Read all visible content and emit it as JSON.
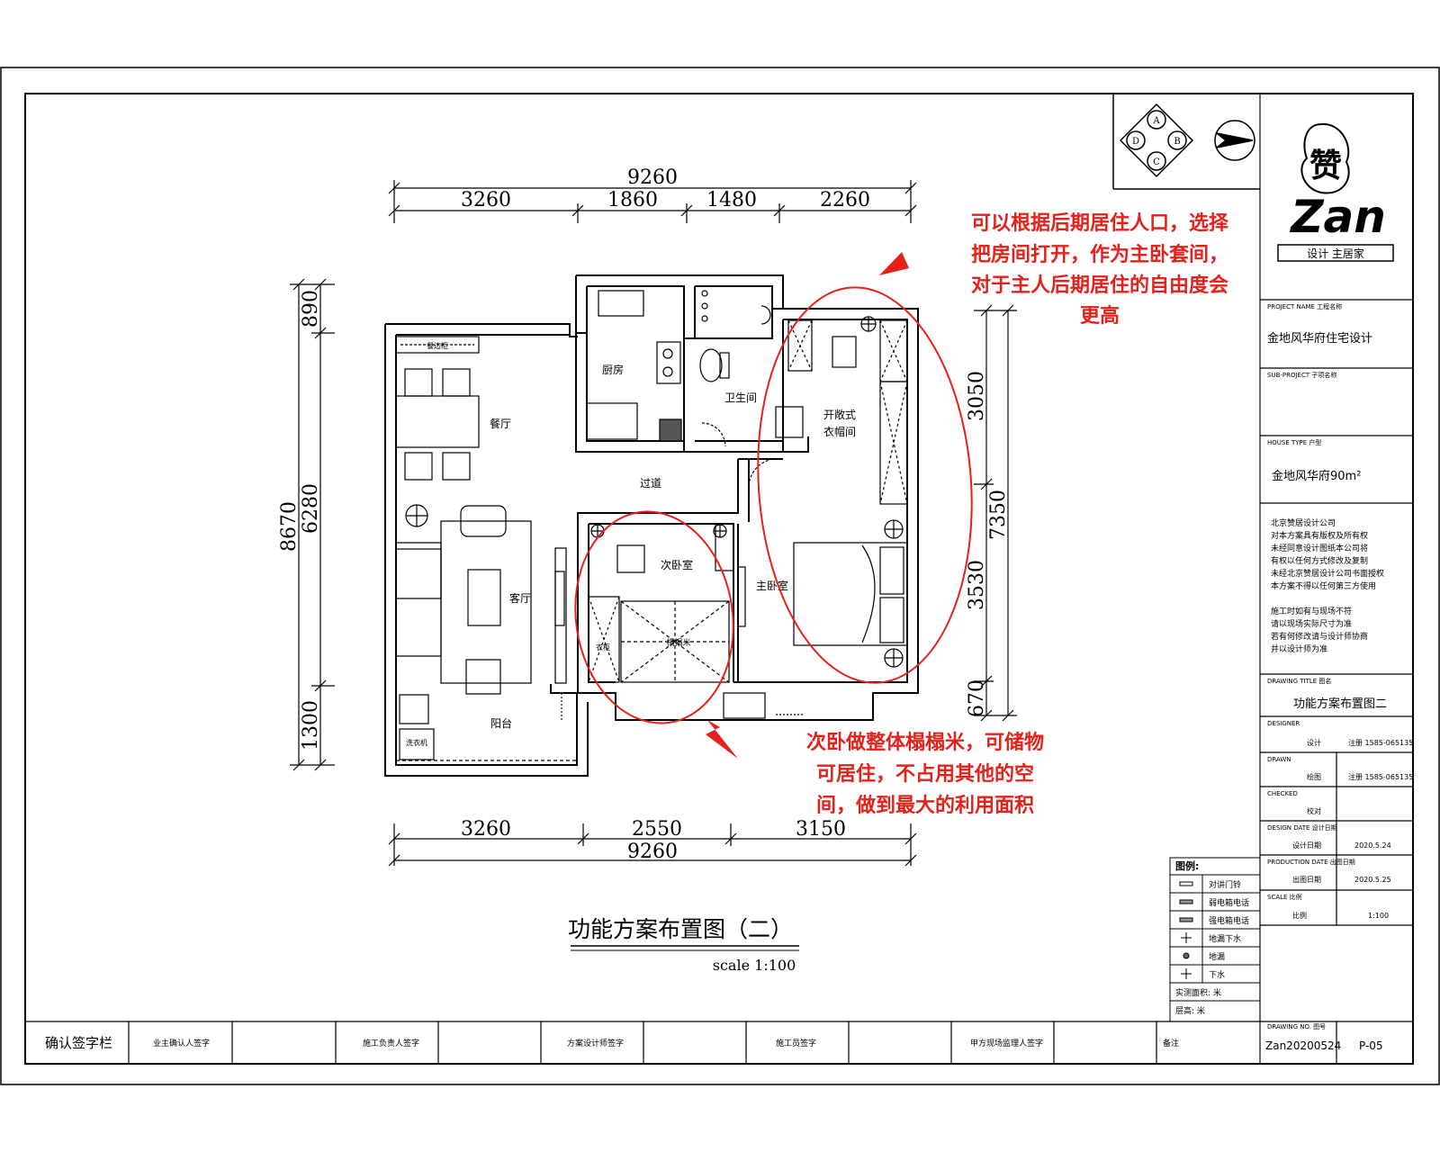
{
  "drawing": {
    "title": "功能方案布置图（二）",
    "scale": "scale 1:100"
  },
  "dimensions": {
    "top_total": "9260",
    "top_segments": [
      "3260",
      "1860",
      "1480",
      "2260"
    ],
    "bottom_segments": [
      "3260",
      "2550",
      "3150"
    ],
    "bottom_total": "9260",
    "left_total": "8670",
    "left_segments": [
      "890",
      "6280",
      "1300"
    ],
    "right_total": "7350",
    "right_segments": [
      "3050",
      "3530",
      "670"
    ]
  },
  "rooms": {
    "kitchen": "厨房",
    "bathroom": "卫生间",
    "dining": "餐厅",
    "corridor": "过道",
    "living": "客厅",
    "balcony": "阳台",
    "second_bedroom": "次卧室",
    "master_bedroom": "主卧室",
    "walk_in_closet_line1": "开敞式",
    "walk_in_closet_line2": "衣帽间",
    "tatami": "榻榻米",
    "wardrobe": "衣柜",
    "washer": "洗衣机",
    "cabinet": "餐边柜"
  },
  "annotations": {
    "top_note": [
      "可以根据后期居住人口，选择",
      "把房间打开，作为主卧套间，",
      "对于主人后期居住的自由度会",
      "更高"
    ],
    "bottom_note": [
      "次卧做整体榻榻米，可储物",
      "可居住，不占用其他的空",
      "间，做到最大的利用面积"
    ]
  },
  "compass": {
    "labels": [
      "A",
      "B",
      "C",
      "D"
    ]
  },
  "title_block": {
    "logo_text": "Zan",
    "logo_sub": "设计 主居家",
    "project_label": "PROJECT NAME 工程名称",
    "project_name": "金地风华府住宅设计",
    "sub_label": "SUB-PROJECT 子项名称",
    "house_label": "HOUSE TYPE 户型",
    "house_type": "金地风华府90m²",
    "company_note": [
      "北京赞居设计公司",
      "对本方案具有版权及所有权",
      "未经同意设计图纸本公司将",
      "有权以任何方式修改及复制",
      "未经北京赞居设计公司书面授权",
      "本方案不得以任何第三方使用",
      "施工时如有与现场不符",
      "请以现场实际尺寸为准",
      "若有何修改请与设计师协商",
      "并以设计师为准"
    ],
    "drawing_label": "DRAWING TITLE 图名",
    "drawing_name": "功能方案布置图二",
    "rows": [
      {
        "label": "DESIGNER",
        "role": "设计",
        "value": "注册 1585-065135"
      },
      {
        "label": "DRAWN",
        "role": "绘图",
        "value": "注册 1585-065135"
      },
      {
        "label": "CHECKED",
        "role": "校对",
        "value": ""
      },
      {
        "label": "DESIGN DATE 设计日期",
        "role": "设计日期",
        "value": "2020.5.24"
      },
      {
        "label": "PRODUCTION DATE 出图日期",
        "role": "出图日期",
        "value": "2020.5.25"
      },
      {
        "label": "SCALE 比例",
        "role": "比例",
        "value": "1:100"
      }
    ],
    "drawing_no_label": "DRAWING NO. 图号",
    "drawing_no": "Zan20200524",
    "page": "P-05"
  },
  "legend": {
    "title": "图例:",
    "items": [
      "对讲门铃",
      "弱电箱电话",
      "强电箱电话",
      "地漏下水",
      "地漏",
      "下水"
    ],
    "extra": [
      "实测面积: 米",
      "层高: 米"
    ]
  },
  "signoff": {
    "title": "确认签字栏",
    "cells": [
      "业主确认人签字",
      "施工负责人签字",
      "方案设计师签字",
      "施工员签字",
      "甲方现场监理人签字",
      "备注"
    ]
  }
}
